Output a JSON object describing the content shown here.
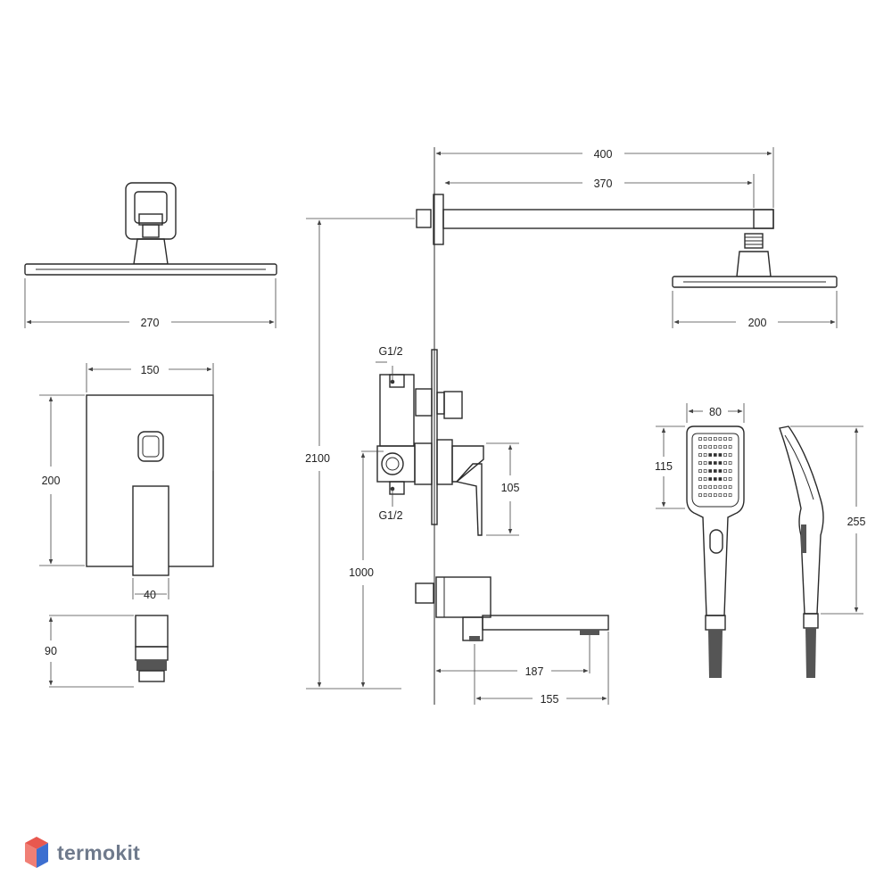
{
  "dimensions": {
    "overhead_width": "270",
    "mixer_plate_width": "150",
    "mixer_plate_height": "200",
    "mixer_handle_width": "40",
    "mixer_depth": "90",
    "total_height": "2100",
    "arm_total_length": "400",
    "arm_length": "370",
    "shower_head_width": "200",
    "inlet_top": "G1/2",
    "inlet_bottom": "G1/2",
    "mixer_height": "105",
    "mixer_install_height": "1000",
    "spout_length": "187",
    "spout_reach": "155",
    "hand_shower_width": "80",
    "hand_shower_head_height": "115",
    "hand_shower_length": "255"
  },
  "brand": {
    "name": "termokit",
    "colors": {
      "logo_top": "#e8584f",
      "logo_side": "#3d6fd0",
      "text": "#6f7a8c"
    }
  }
}
